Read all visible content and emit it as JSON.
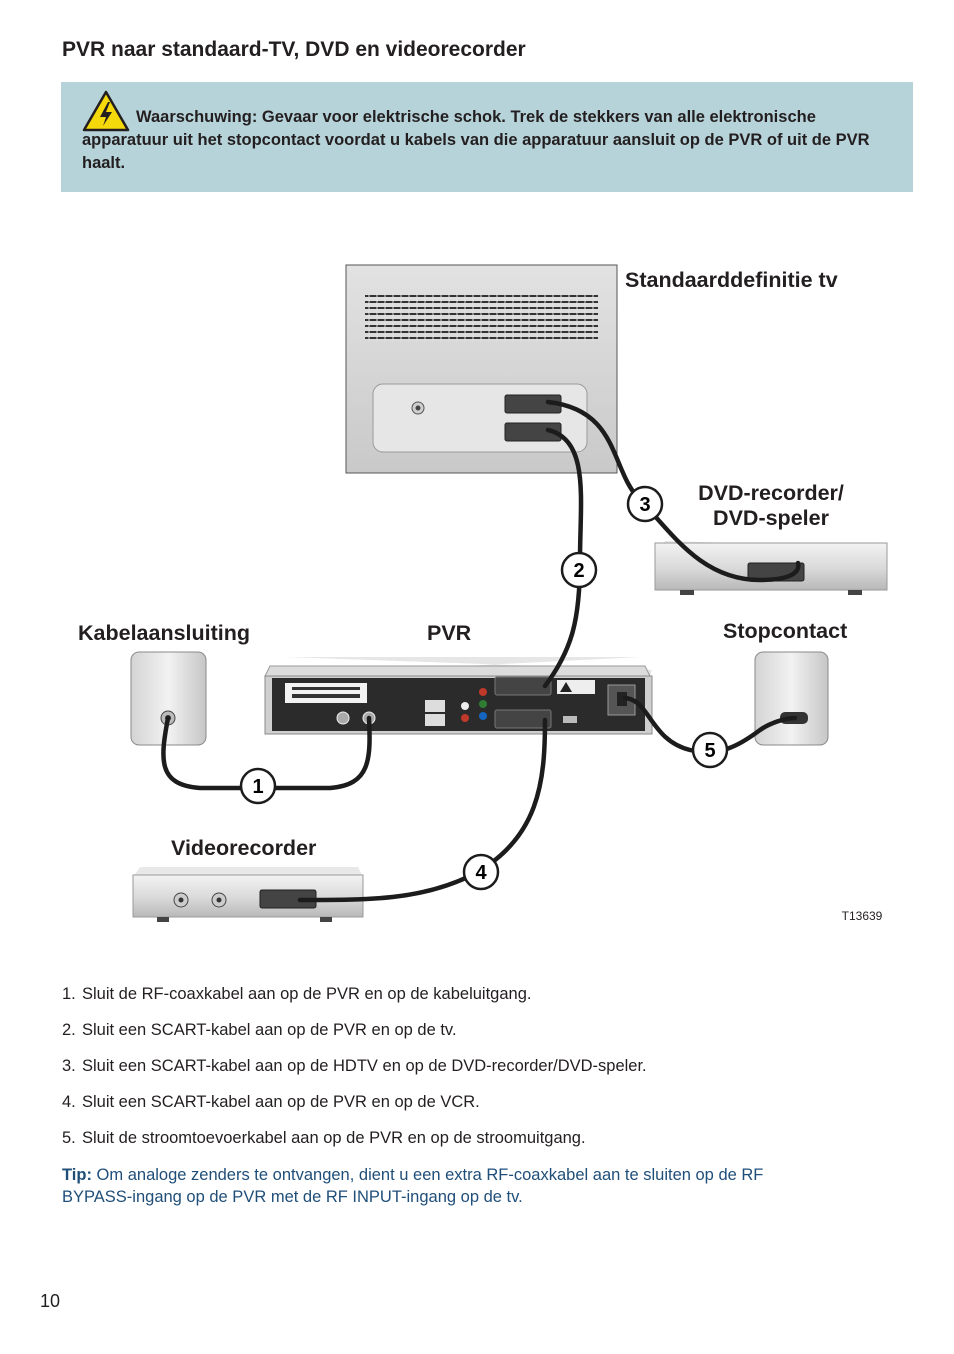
{
  "heading": "PVR naar standaard-TV, DVD en videorecorder",
  "warning": {
    "icon": "electric-shock-warning-icon",
    "text": "Waarschuwing: Gevaar voor elektrische schok. Trek de stekkers van alle elektronische apparatuur uit het stopcontact voordat u kabels van die apparatuur aansluit op de PVR of uit de PVR haalt.",
    "color": "#b7d3da"
  },
  "diagram": {
    "labels": {
      "tv": "Standaarddefinitie tv",
      "dvd_line1": "DVD-recorder/",
      "dvd_line2": "DVD-speler",
      "cable": "Kabelaansluiting",
      "pvr": "PVR",
      "outlet": "Stopcontact",
      "vcr": "Videorecorder"
    },
    "callouts": [
      "1",
      "2",
      "3",
      "4",
      "5"
    ],
    "figure_id": "T13639"
  },
  "steps": [
    {
      "n": "1.",
      "text": "Sluit de RF-coaxkabel aan op de PVR en op de kabeluitgang."
    },
    {
      "n": "2.",
      "text": "Sluit een SCART-kabel aan op de PVR en op de tv."
    },
    {
      "n": "3.",
      "text": "Sluit een SCART-kabel aan op de HDTV en op de DVD-recorder/DVD-speler."
    },
    {
      "n": "4.",
      "text": "Sluit een SCART-kabel aan op de PVR en op de VCR."
    },
    {
      "n": "5.",
      "text": "Sluit de stroomtoevoerkabel aan op de PVR en op de stroomuitgang."
    }
  ],
  "tip": {
    "label": "Tip:",
    "text": "Om analoge zenders te ontvangen, dient u een extra RF-coaxkabel aan te sluiten op de RF BYPASS-ingang op de PVR met de RF INPUT-ingang op de tv."
  },
  "page_number": "10"
}
